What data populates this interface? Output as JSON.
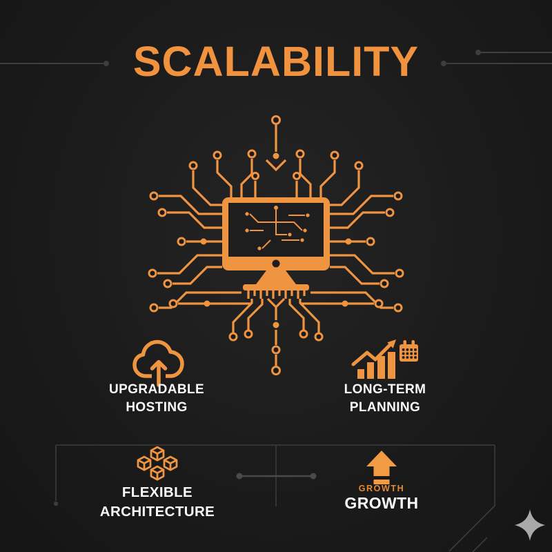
{
  "header": {
    "title": "SCALABILITY"
  },
  "hero": {
    "icon": "circuit-monitor-icon"
  },
  "features": [
    {
      "id": "upgradable-hosting",
      "icon": "cloud-upload-icon",
      "label": "UPGRADABLE\nHOSTING"
    },
    {
      "id": "long-term-planning",
      "icon": "chart-calendar-icon",
      "label": "LONG-TERM\nPLANNING"
    },
    {
      "id": "flexible-architecture",
      "icon": "cubes-icon",
      "label": "FLEXIBLE\nARCHITECTURE"
    },
    {
      "id": "growth",
      "icon": "up-arrow-icon",
      "label": "GROWTH",
      "sublabel": "GROWTH"
    }
  ],
  "decor": {
    "sparkle": "sparkle-icon"
  },
  "colors": {
    "accent_orange": "#F0923E",
    "accent_orange_deep": "#E78B35",
    "background": "#1B1B1B",
    "text_white": "#FAFAFA",
    "line_gray": "#3E3E3E",
    "connector_gray": "#4A4A4A",
    "sparkle_gray": "#A9A9A9"
  }
}
